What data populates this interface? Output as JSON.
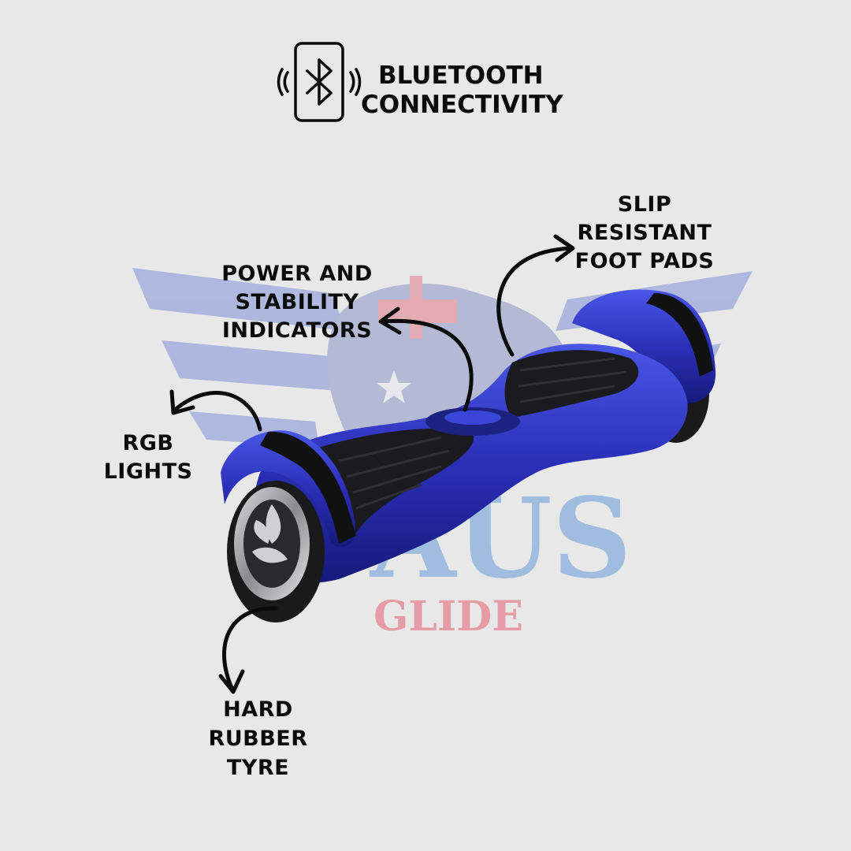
{
  "bluetooth": {
    "icon": "bluetooth-phone-icon",
    "line1": "BLUETOOTH",
    "line2": "CONNECTIVITY"
  },
  "features": {
    "foot_pads": [
      "SLIP",
      "RESISTANT",
      "FOOT PADS"
    ],
    "indicators": [
      "POWER AND",
      "STABILITY",
      "INDICATORS"
    ],
    "lights": [
      "RGB",
      "LIGHTS"
    ],
    "tyre": [
      "HARD",
      "RUBBER",
      "TYRE"
    ]
  },
  "watermark": {
    "word1": "AUS",
    "word2": "GLIDE"
  },
  "colors": {
    "background": "#e8e8e8",
    "board_blue": "#2b2fb8",
    "pad_black": "#1b1b1f",
    "watermark_blue": "#7f90d6",
    "watermark_red": "#e07a86"
  }
}
